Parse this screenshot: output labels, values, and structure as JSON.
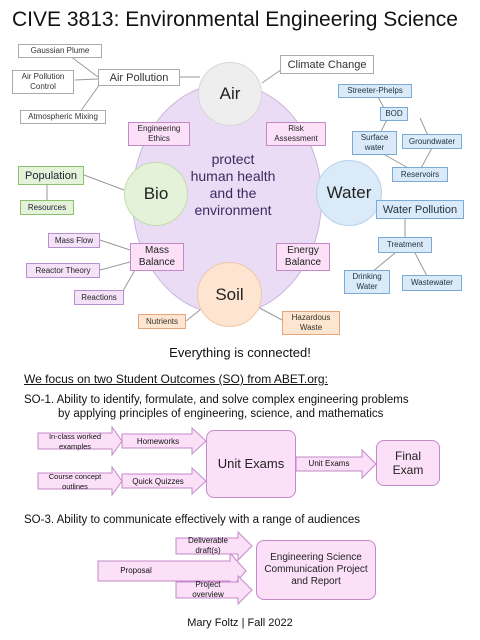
{
  "title": "CIVE 3813: Environmental Engineering Science",
  "center": {
    "lines": [
      "protect",
      "human health",
      "and the",
      "environment"
    ]
  },
  "nodes": {
    "air": "Air",
    "bio": "Bio",
    "water": "Water",
    "soil": "Soil"
  },
  "inner_boxes": {
    "engineering_ethics": "Engineering Ethics",
    "risk_assessment": "Risk Assessment",
    "mass_balance": "Mass Balance",
    "energy_balance": "Energy Balance"
  },
  "air_topics": {
    "air_pollution": "Air Pollution",
    "climate_change": "Climate Change",
    "gaussian_plume": "Gaussian Plume",
    "air_pollution_control": "Air Pollution Control",
    "atmospheric_mixing": "Atmospheric Mixing"
  },
  "water_topics": {
    "streeter_phelps": "Streeter-Phelps",
    "bod": "BOD",
    "surface_water": "Surface water",
    "groundwater": "Groundwater",
    "reservoirs": "Reservoirs",
    "water_pollution": "Water Pollution",
    "treatment": "Treatment",
    "drinking_water": "Drinking Water",
    "wastewater": "Wastewater"
  },
  "bio_topics": {
    "population": "Population",
    "resources": "Resources",
    "mass_flow": "Mass Flow",
    "reactor_theory": "Reactor Theory",
    "reactions": "Reactions"
  },
  "soil_topics": {
    "nutrients": "Nutrients",
    "hazardous_waste": "Hazardous Waste"
  },
  "connected": "Everything is connected!",
  "focus": "We focus on two Student Outcomes (SO) from ABET.org:",
  "so1": {
    "line1": "SO-1. Ability to identify, formulate, and solve complex engineering problems",
    "line2": "by applying principles of engineering, science, and mathematics",
    "inclass": "In-class worked examples",
    "concept": "Course concept outlines",
    "homeworks": "Homeworks",
    "quizzes": "Quick Quizzes",
    "unit_exams": "Unit Exams",
    "arrow_label": "Unit Exams",
    "final_exam": "Final Exam"
  },
  "so3": {
    "line1": "SO-3. Ability to communicate effectively with a range of audiences",
    "proposal": "Proposal",
    "deliverable": "Deliverable draft(s)",
    "overview": "Project overview",
    "report": "Engineering Science Communication Project and Report"
  },
  "credit": "Mary Foltz | Fall 2022",
  "colors": {
    "circle": "#eadcf4",
    "air": "#eeeeee",
    "bio": "#e3f2d9",
    "water": "#dbeaf8",
    "soil": "#fde5d2",
    "pink": "#fbe0f8"
  }
}
